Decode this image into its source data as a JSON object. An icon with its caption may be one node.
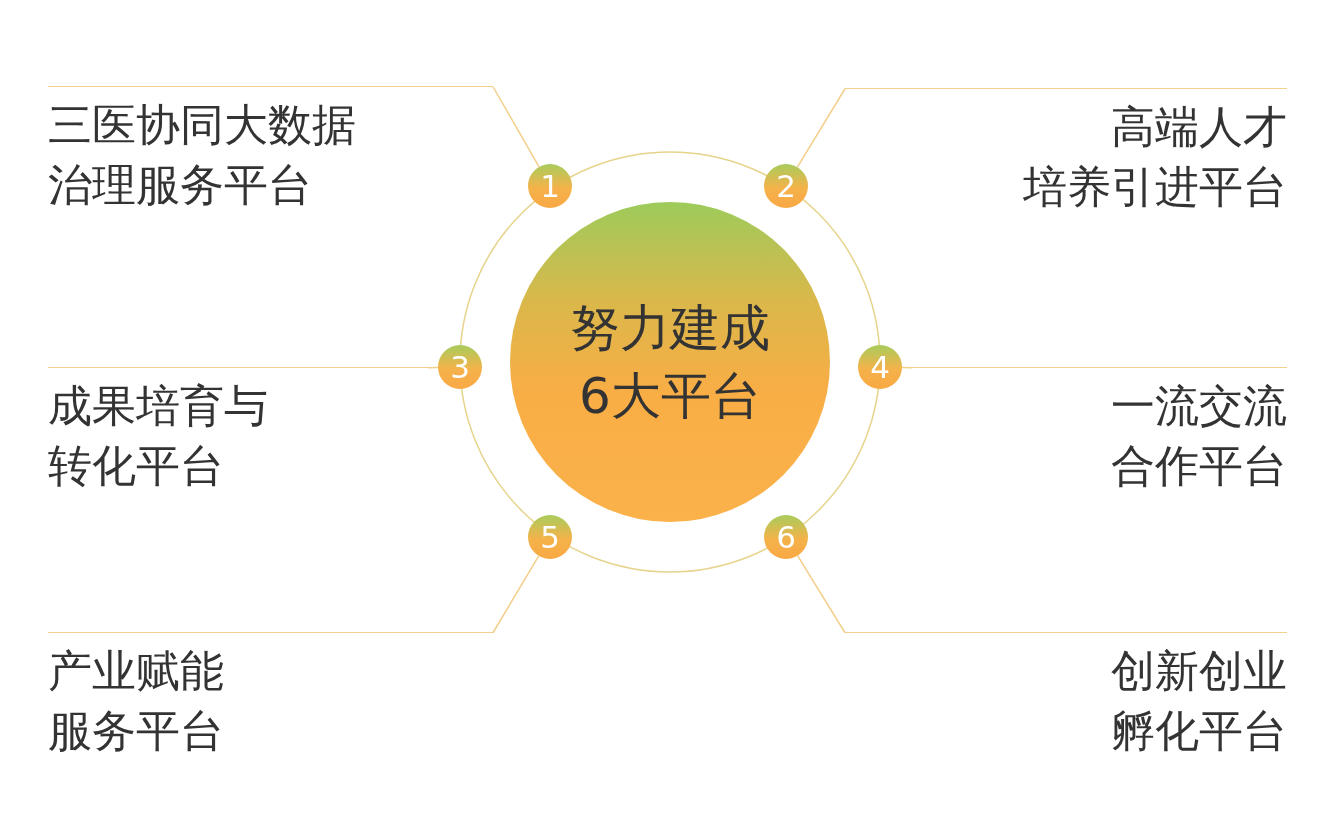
{
  "diagram": {
    "nodes": [
      {
        "text": [
          "努力建成6大平台"
        ]
      },
      {
        "text": [
          "1"
        ]
      },
      {
        "text": [
          "2"
        ]
      },
      {
        "text": [
          "3"
        ]
      },
      {
        "text": [
          "4"
        ]
      },
      {
        "text": [
          "5"
        ]
      },
      {
        "text": [
          "6"
        ]
      },
      {
        "text": [
          "三医协同大数据治理服务平台"
        ]
      },
      {
        "text": [
          "高端人才培养引进平台"
        ]
      },
      {
        "text": [
          "成果培育与转化平台"
        ]
      },
      {
        "text": [
          "一流交流合作平台"
        ]
      },
      {
        "text": [
          "产业赋能服务平台"
        ]
      },
      {
        "text": [
          "创新创业孵化平台"
        ]
      }
    ],
    "edges": [
      {
        "from": 1,
        "to": 7,
        "arrow": "none"
      },
      {
        "from": 2,
        "to": 8,
        "arrow": "none"
      },
      {
        "from": 3,
        "to": 9,
        "arrow": "none"
      },
      {
        "from": 4,
        "to": 10,
        "arrow": "none"
      },
      {
        "from": 5,
        "to": 11,
        "arrow": "none"
      },
      {
        "from": 6,
        "to": 12,
        "arrow": "none"
      }
    ]
  }
}
